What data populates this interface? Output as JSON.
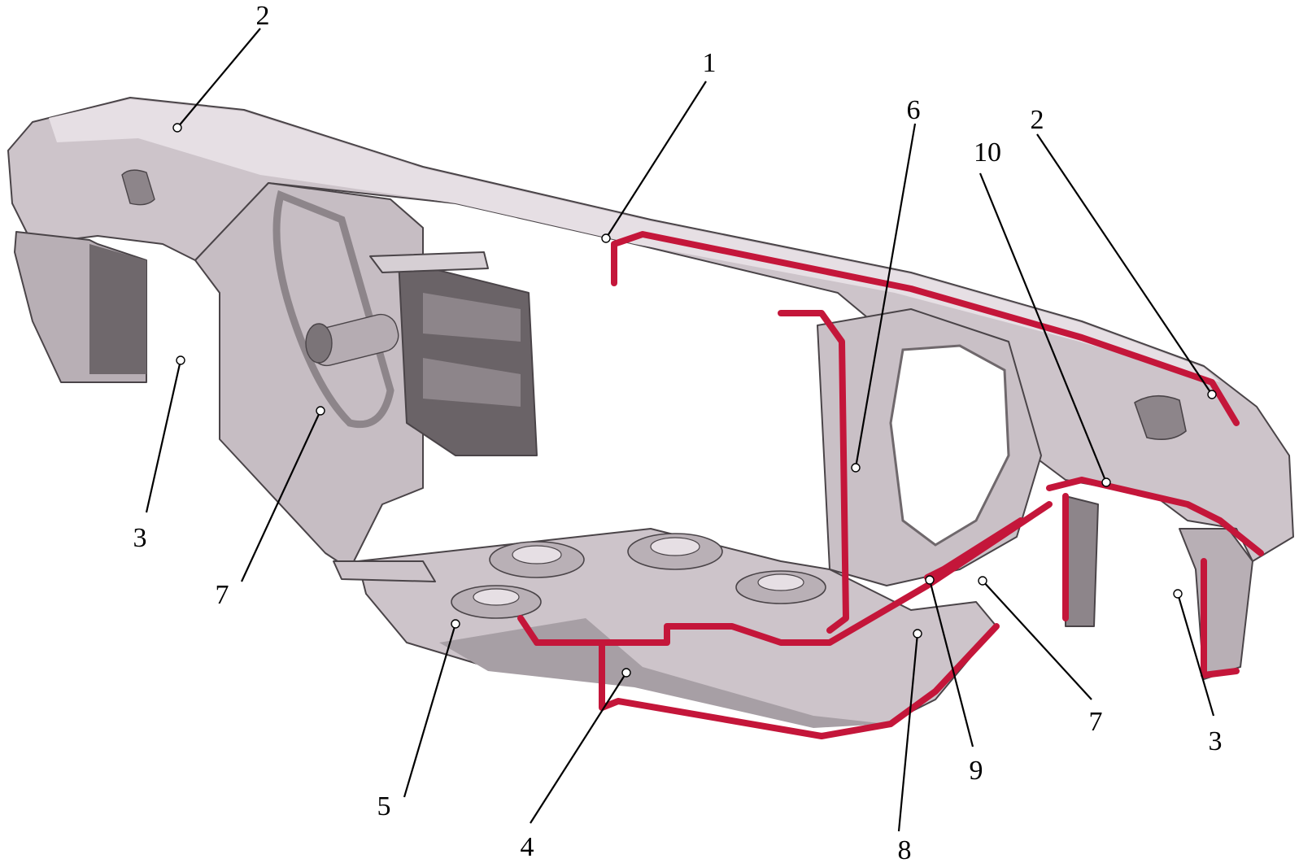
{
  "figure": {
    "colors": {
      "body": "#cdc4ca",
      "body_light": "#e6dfe4",
      "body_dark": "#8d858a",
      "shadow": "#5e585c",
      "section_cut": "#c4163a",
      "background": "#ffffff"
    },
    "callouts": [
      {
        "id": "c1",
        "label": "1"
      },
      {
        "id": "c2a",
        "label": "2"
      },
      {
        "id": "c2b",
        "label": "2"
      },
      {
        "id": "c3a",
        "label": "3"
      },
      {
        "id": "c3b",
        "label": "3"
      },
      {
        "id": "c4",
        "label": "4"
      },
      {
        "id": "c5",
        "label": "5"
      },
      {
        "id": "c6",
        "label": "6"
      },
      {
        "id": "c7a",
        "label": "7"
      },
      {
        "id": "c7b",
        "label": "7"
      },
      {
        "id": "c8",
        "label": "8"
      },
      {
        "id": "c9",
        "label": "9"
      },
      {
        "id": "c10",
        "label": "10"
      }
    ]
  }
}
